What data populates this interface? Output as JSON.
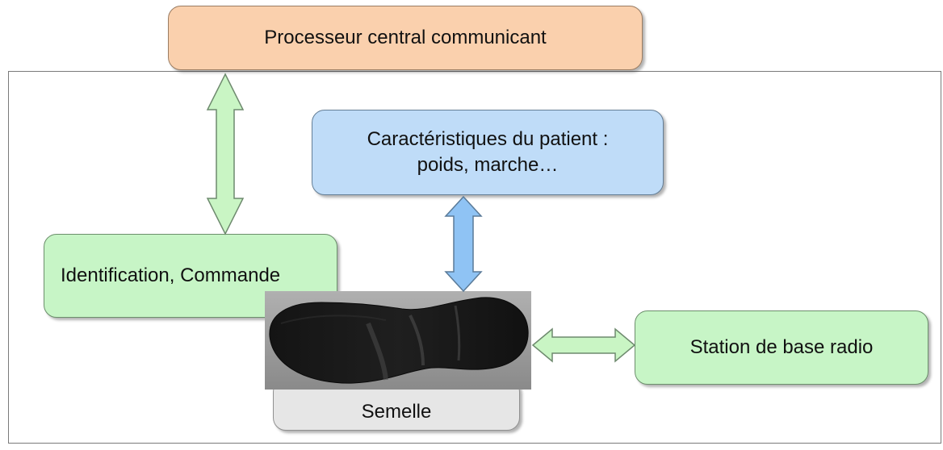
{
  "diagram": {
    "nodes": {
      "processor": "Processeur central communicant",
      "characteristics_line1": "Caractéristiques du patient :",
      "characteristics_line2": "poids, marche…",
      "identification": "Identification, Commande",
      "station": "Station de base radio",
      "sole": "Semelle"
    },
    "colors": {
      "processor_fill": "#fad0ad",
      "characteristics_fill": "#bfdcf8",
      "green_fill": "#c7f5c6",
      "sole_fill": "#e6e6e6",
      "green_arrow": "#c9f5c4",
      "blue_arrow": "#8fc3f4"
    },
    "edges": [
      {
        "from": "processor",
        "to": "identification",
        "direction": "bidirectional",
        "color": "green"
      },
      {
        "from": "characteristics",
        "to": "sole",
        "direction": "bidirectional",
        "color": "blue"
      },
      {
        "from": "sole",
        "to": "station",
        "direction": "bidirectional",
        "color": "green"
      }
    ]
  }
}
